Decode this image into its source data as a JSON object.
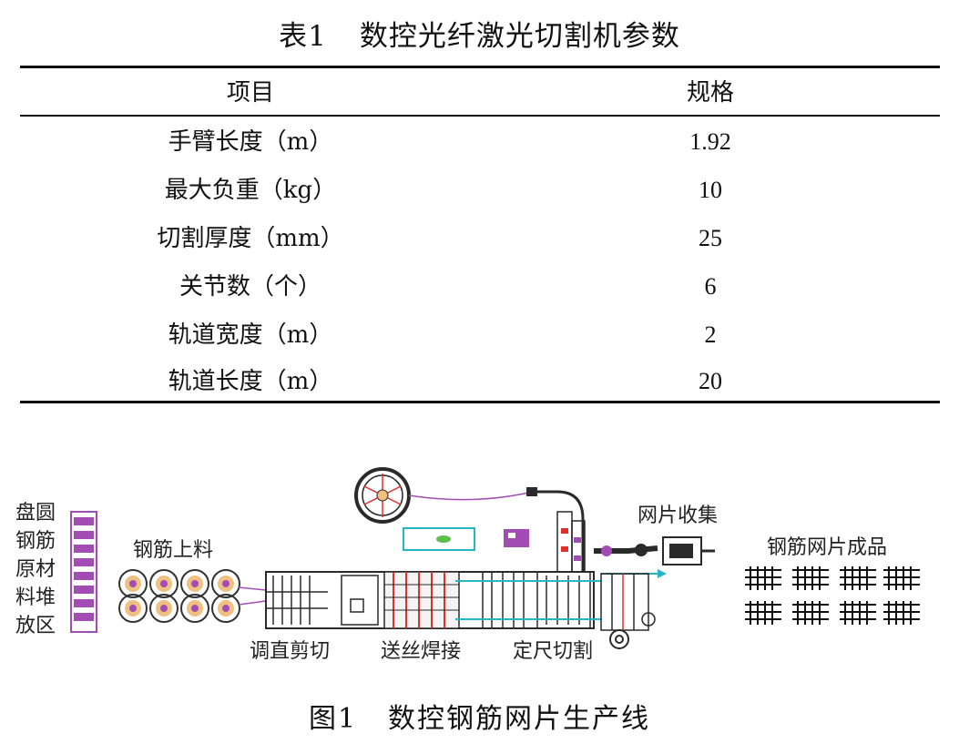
{
  "table": {
    "number": "表1",
    "title": "数控光纤激光切割机参数",
    "headers": [
      "项目",
      "规格"
    ],
    "rows": [
      {
        "item": "手臂长度（m）",
        "spec": "1.92"
      },
      {
        "item": "最大负重（kg）",
        "spec": "10"
      },
      {
        "item": "切割厚度（mm）",
        "spec": "25"
      },
      {
        "item": "关节数（个）",
        "spec": "6"
      },
      {
        "item": "轨道宽度（m）",
        "spec": "2"
      },
      {
        "item": "轨道长度（m）",
        "spec": "20"
      }
    ]
  },
  "diagram": {
    "labels": {
      "storage": "盘圆钢筋原材料堆放区",
      "loading": "钢筋上料",
      "straighten": "调直剪切",
      "welding": "送丝焊接",
      "cutting": "定尺切割",
      "collect": "网片收集",
      "product": "钢筋网片成品"
    },
    "colors": {
      "purple": "#a24db3",
      "cyan": "#28b5c8",
      "red": "#e0302c",
      "dark": "#2a2a2a"
    }
  },
  "figure": {
    "number": "图1",
    "title": "数控钢筋网片生产线"
  }
}
